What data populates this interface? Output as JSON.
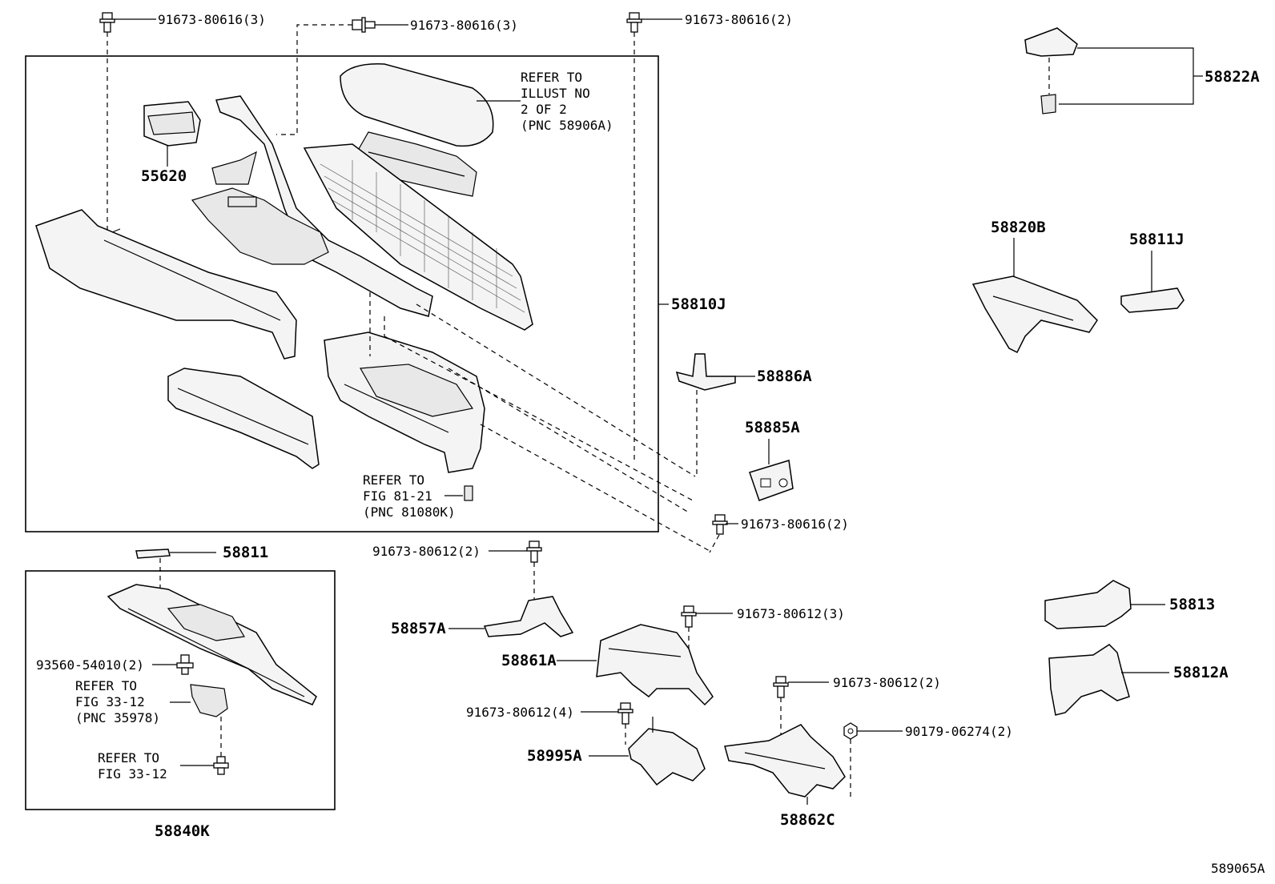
{
  "diagram": {
    "catalog_code": "589065A",
    "callouts": {
      "bolt_top_left": "91673-80616(3)",
      "bolt_top_mid": "91673-80616(3)",
      "bolt_top_right": "91673-80616(2)",
      "bolt_mid_right": "91673-80616(2)",
      "part_55620": "55620",
      "part_58810J": "58810J",
      "part_58822A": "58822A",
      "part_58820B": "58820B",
      "part_58811J": "58811J",
      "part_58886A": "58886A",
      "part_58885A": "58885A",
      "part_58811": "58811",
      "part_58840K": "58840K",
      "part_58857A": "58857A",
      "part_58861A": "58861A",
      "part_58995A": "58995A",
      "part_58862C": "58862C",
      "part_58813": "58813",
      "part_58812A": "58812A",
      "screw_80612_2_top": "91673-80612(2)",
      "screw_80612_3": "91673-80612(3)",
      "screw_80612_2_right": "91673-80612(2)",
      "screw_80612_4": "91673-80612(4)",
      "nut_90179": "90179-06274(2)",
      "clip_93560": "93560-54010(2)"
    },
    "references": {
      "armrest_ref": [
        "REFER TO",
        "ILLUST NO",
        "2 OF 2",
        "(PNC 58906A)"
      ],
      "fig81_ref": [
        "REFER TO",
        "FIG 81-21",
        "(PNC 81080K)"
      ],
      "fig33_ref_a": [
        "REFER TO",
        "FIG 33-12",
        "(PNC 35978)"
      ],
      "fig33_ref_b": [
        "REFER TO",
        "FIG 33-12"
      ]
    }
  }
}
